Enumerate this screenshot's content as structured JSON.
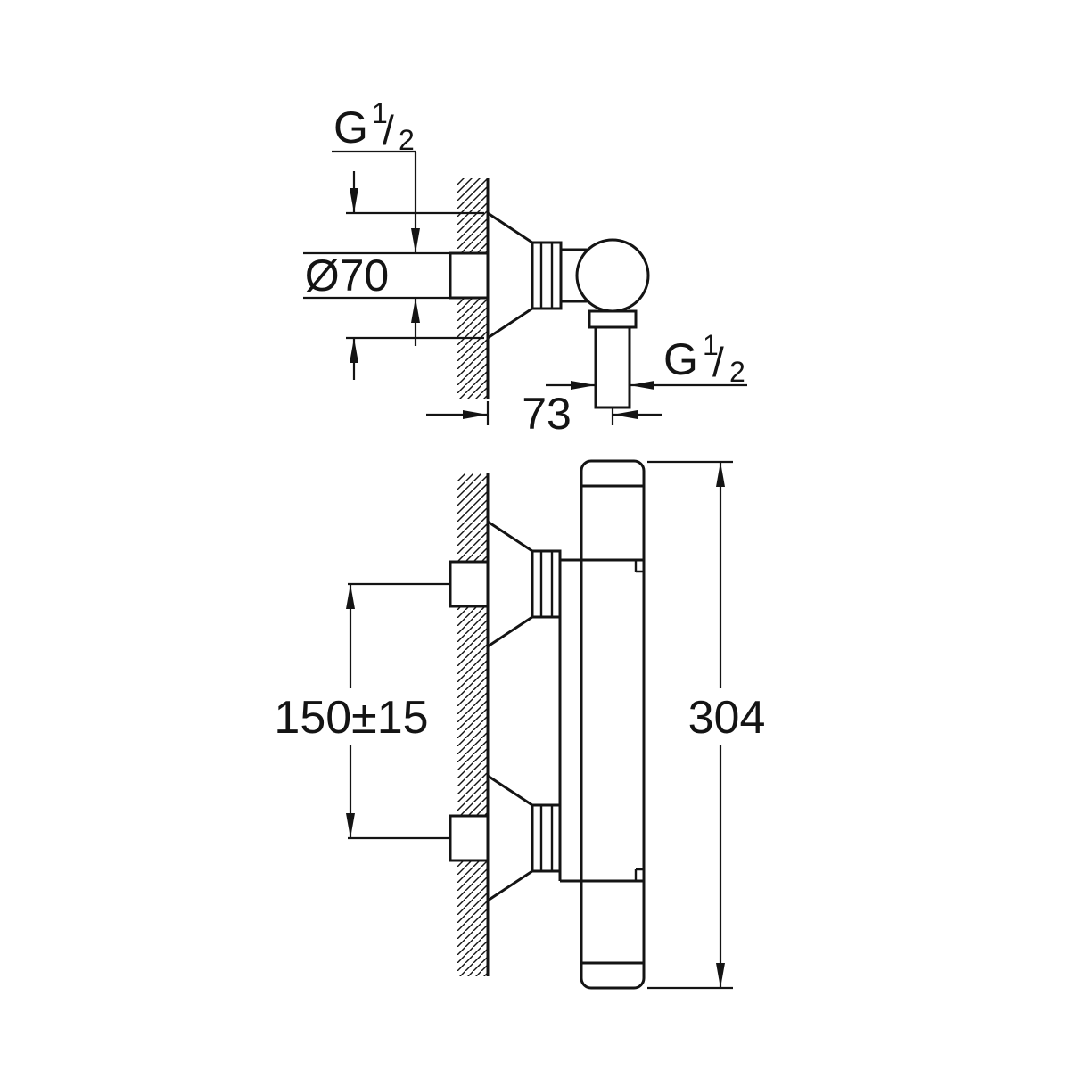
{
  "page": {
    "background": "#ffffff",
    "line_color": "#141414"
  },
  "top_view": {
    "thread_top": {
      "prefix": "G",
      "num": "1",
      "slash": "/",
      "den": "2"
    },
    "escutcheon_diameter_label": "Ø70",
    "wall_to_outlet_label": "73",
    "thread_outlet": {
      "prefix": "G",
      "num": "1",
      "slash": "/",
      "den": "2"
    }
  },
  "front_view": {
    "connection_distance_label": "150±15",
    "total_height_label": "304"
  }
}
